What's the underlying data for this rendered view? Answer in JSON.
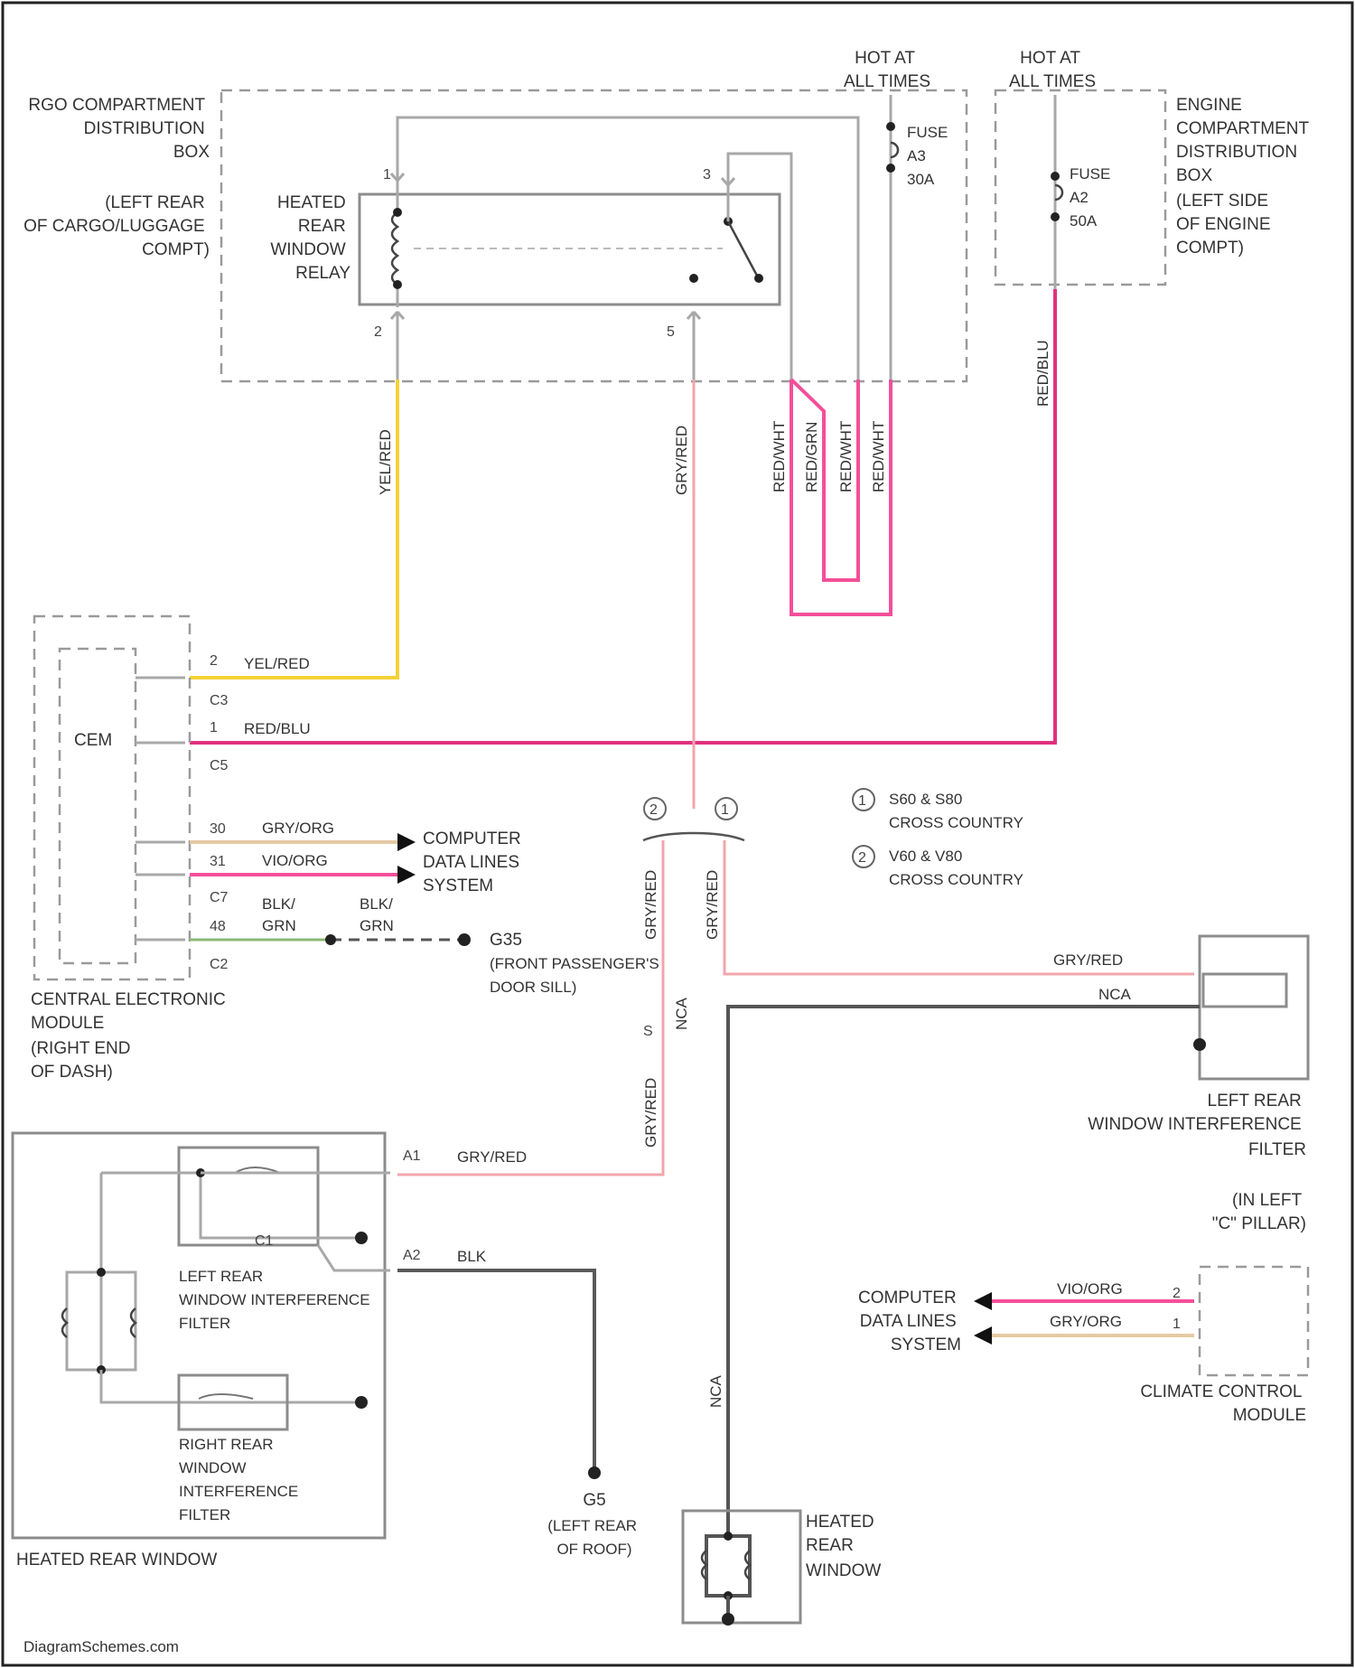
{
  "source_watermark": "DiagramSchemes.com",
  "hot_labels": [
    {
      "line1": "HOT AT",
      "line2": "ALL TIMES"
    },
    {
      "line1": "HOT AT",
      "line2": "ALL TIMES"
    }
  ],
  "cargo_box": {
    "lines": [
      "RGO COMPARTMENT",
      "DISTRIBUTION",
      "BOX"
    ]
  },
  "cargo_box_location": {
    "lines": [
      "(LEFT REAR",
      "OF CARGO/LUGGAGE",
      "COMPT)"
    ]
  },
  "relay": {
    "lines": [
      "HEATED",
      "REAR",
      "WINDOW",
      "RELAY"
    ],
    "pins": [
      "1",
      "2",
      "3",
      "5"
    ]
  },
  "fuse_cargo": {
    "lines": [
      "FUSE",
      "A3",
      "30A"
    ]
  },
  "fuse_engine": {
    "lines": [
      "FUSE",
      "A2",
      "50A"
    ]
  },
  "engine_box": {
    "lines": [
      "ENGINE",
      "COMPARTMENT",
      "DISTRIBUTION",
      "BOX",
      "(LEFT SIDE",
      "OF ENGINE",
      "COMPT)"
    ]
  },
  "wire_labels": {
    "yel_red": "YEL/RED",
    "gry_red": "GRY/RED",
    "red_blu": "RED/BLU",
    "red_wht": "RED/WHT",
    "red_grn": "RED/GRN",
    "gry_org": "GRY/ORG",
    "vio_org": "VIO/ORG",
    "blk_grn": "BLK/\nGRN",
    "blk": "BLK",
    "nca": "NCA"
  },
  "cem": {
    "label": "CEM",
    "pins": [
      {
        "pin": "2",
        "conn": "C3",
        "wire": "YEL/RED"
      },
      {
        "pin": "1",
        "conn": "C5",
        "wire": "RED/BLU"
      },
      {
        "pin": "30",
        "conn": "",
        "wire": "GRY/ORG"
      },
      {
        "pin": "31",
        "conn": "C7",
        "wire": "VIO/ORG"
      },
      {
        "pin": "48",
        "conn": "C2",
        "wire": "BLK/ GRN"
      }
    ],
    "title_lines": [
      "CENTRAL ELECTRONIC",
      "MODULE",
      "(RIGHT END",
      "OF DASH)"
    ]
  },
  "computer_data_lines": {
    "lines": [
      "COMPUTER",
      "DATA LINES",
      "SYSTEM"
    ]
  },
  "ground_g35": {
    "label": "G35",
    "lines": [
      "(FRONT PASSENGER'S",
      "DOOR SILL)"
    ]
  },
  "notes": [
    {
      "num": "1",
      "lines": [
        "S60 & S80",
        "CROSS COUNTRY"
      ]
    },
    {
      "num": "2",
      "lines": [
        "V60 & V80",
        "CROSS COUNTRY"
      ]
    }
  ],
  "left_filter_box": {
    "lines": [
      "LEFT REAR",
      "WINDOW INTERFERENCE",
      "FILTER"
    ],
    "location": [
      "(IN LEFT",
      "\"C\" PILLAR)"
    ]
  },
  "climate_module": {
    "lines": [
      "CLIMATE CONTROL",
      "MODULE"
    ],
    "pins": [
      "2",
      "1"
    ]
  },
  "heated_window_assembly": {
    "title": "HEATED REAR WINDOW",
    "pins": [
      "A1",
      "A2"
    ],
    "inner_left_label": [
      "LEFT REAR",
      "WINDOW INTERFERENCE",
      "FILTER"
    ],
    "inner_right_label": [
      "RIGHT REAR",
      "WINDOW",
      "INTERFERENCE",
      "FILTER"
    ],
    "c_label": "C1"
  },
  "ground_g5": {
    "label": "G5",
    "lines": [
      "(LEFT REAR",
      "OF ROOF)"
    ]
  },
  "heated_rear_window_small": {
    "lines": [
      "HEATED",
      "REAR",
      "WINDOW"
    ]
  },
  "splice_label": "S"
}
